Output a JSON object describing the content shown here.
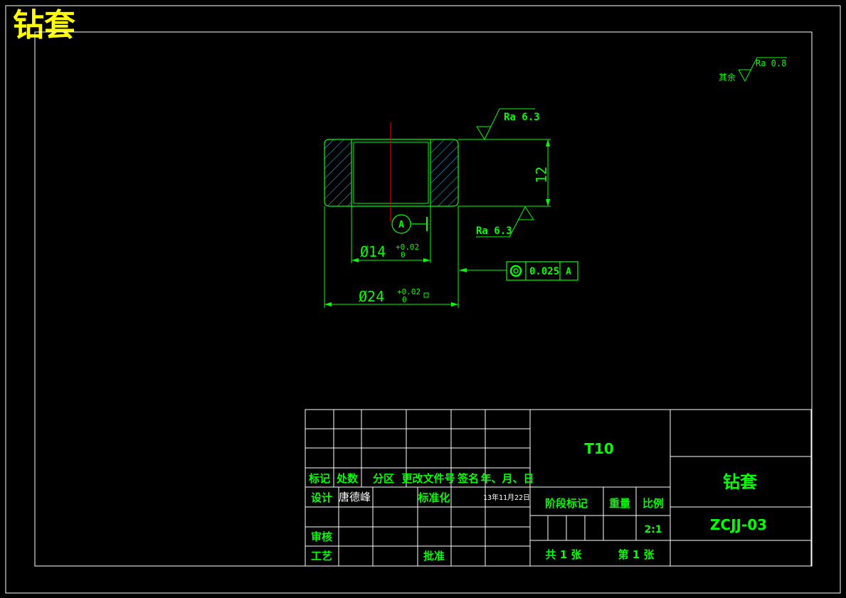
{
  "title": "钻套",
  "roughness": {
    "other_prefix": "其余",
    "other_value": "Ra 0.8",
    "top_label": "Ra 6.3",
    "bottom_label": "Ra 6.3"
  },
  "dimensions": {
    "height": "12",
    "inner_diameter": "Ø14",
    "inner_tol_upper": "+0.02",
    "inner_tol_lower": "0",
    "outer_diameter": "Ø24",
    "outer_tol_upper": "+0.02",
    "outer_tol_lower": "0"
  },
  "datum": {
    "label": "A"
  },
  "tolerance_frame": {
    "value": "0.025",
    "datum": "A"
  },
  "title_block": {
    "material": "T10",
    "part_name": "钻套",
    "drawing_no": "ZCJJ-03",
    "headers": [
      "标记",
      "处数",
      "分区",
      "更改文件号",
      "签名",
      "年、月、日"
    ],
    "design_label": "设计",
    "designer": "唐德峰",
    "standardize_label": "标准化",
    "date": "13年11月22日",
    "review_label": "审核",
    "process_label": "工艺",
    "approve_label": "批准",
    "stage_label": "阶段标记",
    "weight_label": "重量",
    "scale_label": "比例",
    "scale_value": "2:1",
    "sheet_total": "共  1  张",
    "sheet_no": "第  1  张"
  },
  "colors": {
    "background": "#000000",
    "lines": "#00ff00",
    "title": "#ffff00",
    "center_line": "#ff0000",
    "frame": "#ffffff"
  }
}
